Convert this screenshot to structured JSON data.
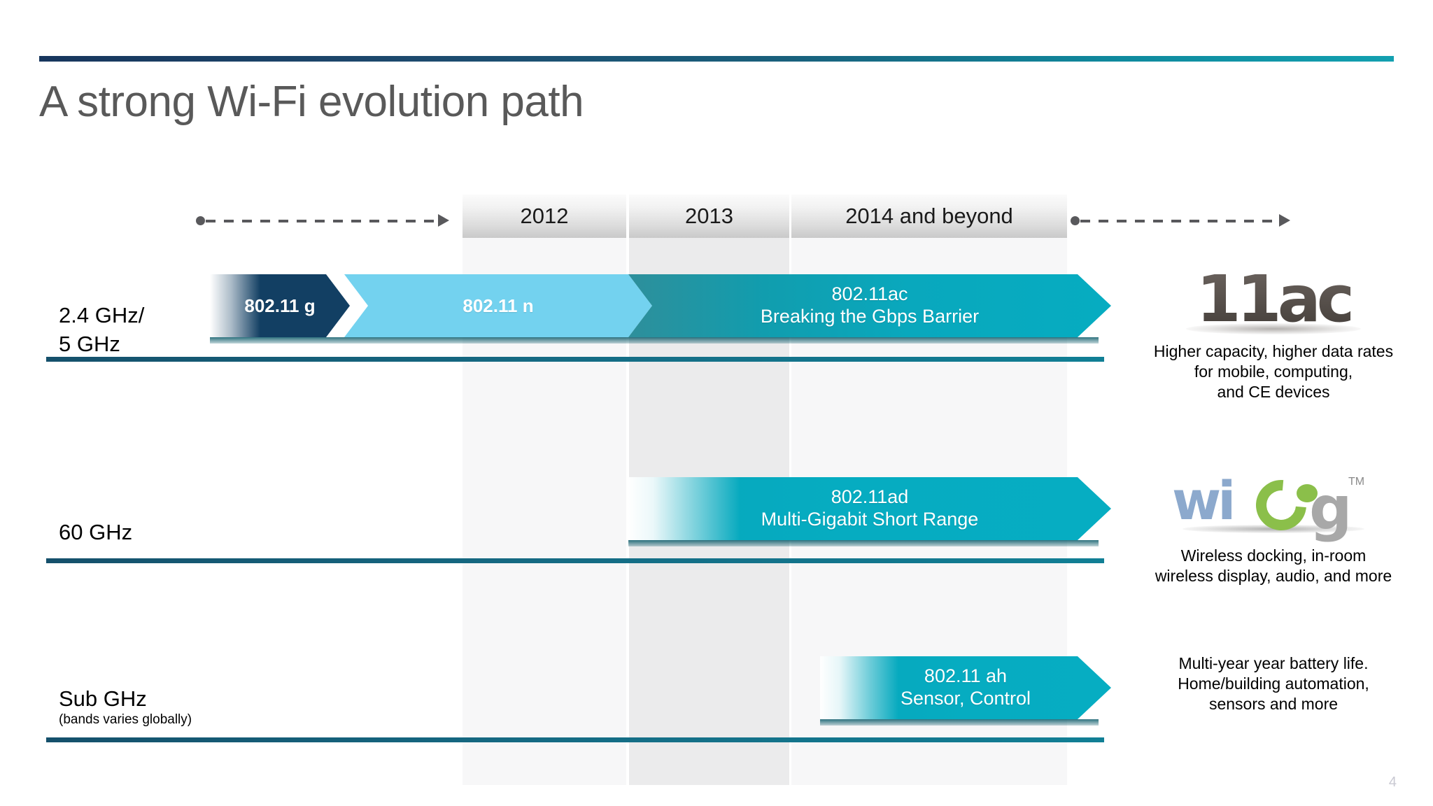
{
  "slide": {
    "title": "A strong Wi-Fi evolution path",
    "page_number": "4"
  },
  "theme": {
    "rule_start": "#17365d",
    "rule_end": "#13a0b0",
    "accent_cyan": "#06acc1",
    "accent_dark_navy": "#123f63",
    "accent_light_blue": "#73d2ef",
    "baseline": "#15506b",
    "title_color": "#595959",
    "band_2013_fill": "#ebebec",
    "band_2012_fill": "#f7f7f8"
  },
  "timeline": {
    "columns": [
      {
        "label": "2012"
      },
      {
        "label": "2013"
      },
      {
        "label": "2014 and beyond"
      }
    ],
    "arrow_left_name": "past-timeline-arrow",
    "arrow_right_name": "future-timeline-arrow"
  },
  "rows": [
    {
      "band_label": "2.4 GHz/\n5 GHz",
      "band_sublabel": "",
      "segments": [
        {
          "name": "802.11g",
          "label": "802.11 g"
        },
        {
          "name": "802.11n",
          "label": "802.11 n"
        },
        {
          "name": "802.11ac",
          "label": "802.11ac\nBreaking the Gbps Barrier"
        }
      ],
      "logo": "11ac",
      "caption": "Higher capacity, higher data rates\nfor mobile, computing,\nand CE devices"
    },
    {
      "band_label": "60 GHz",
      "band_sublabel": "",
      "segments": [
        {
          "name": "802.11ad",
          "label": "802.11ad\nMulti-Gigabit Short Range"
        }
      ],
      "logo": "WiGig",
      "caption": "Wireless docking, in-room\nwireless display, audio, and more"
    },
    {
      "band_label": "Sub GHz",
      "band_sublabel": "(bands varies globally)",
      "segments": [
        {
          "name": "802.11ah",
          "label": "802.11 ah\nSensor, Control"
        }
      ],
      "logo": "",
      "caption": "Multi-year year battery life.\nHome/building automation,\nsensors and more"
    }
  ],
  "logos": {
    "ac": {
      "text": "11ac"
    },
    "wigig": {
      "wi": "wi",
      "g": "g",
      "tm": "TM"
    }
  }
}
